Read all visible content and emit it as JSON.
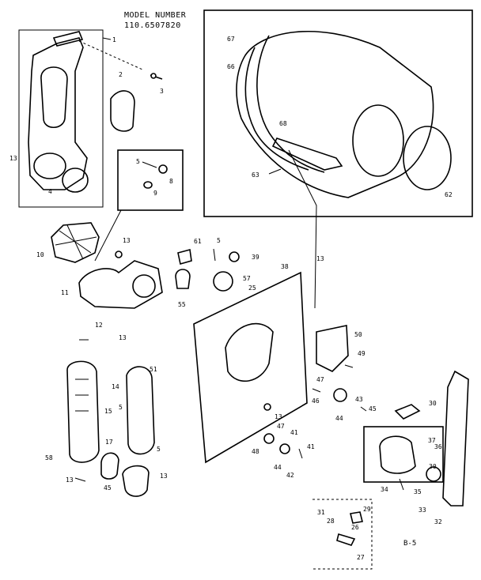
{
  "header": {
    "title": "MODEL NUMBER",
    "model": "110.6507820"
  },
  "page_ref": "B-5",
  "parts": {
    "p1": "1",
    "p2": "2",
    "p3": "3",
    "p4": "4",
    "p5": "5",
    "p8": "8",
    "p9": "9",
    "p10": "10",
    "p11": "11",
    "p12": "12",
    "p13": "13",
    "p14": "14",
    "p15": "15",
    "p17": "17",
    "p25": "25",
    "p26": "26",
    "p27": "27",
    "p28": "28",
    "p29": "29",
    "p30": "30",
    "p31": "31",
    "p32": "32",
    "p33": "33",
    "p34": "34",
    "p35": "35",
    "p36": "36",
    "p37": "37",
    "p38": "38",
    "p39": "39",
    "p41": "41",
    "p42": "42",
    "p43": "43",
    "p44": "44",
    "p45": "45",
    "p46": "46",
    "p47": "47",
    "p48": "48",
    "p49": "49",
    "p50": "50",
    "p51": "51",
    "p55": "55",
    "p57": "57",
    "p58": "58",
    "p61": "61",
    "p62": "62",
    "p63": "63",
    "p66": "66",
    "p67": "67",
    "p68": "68"
  }
}
